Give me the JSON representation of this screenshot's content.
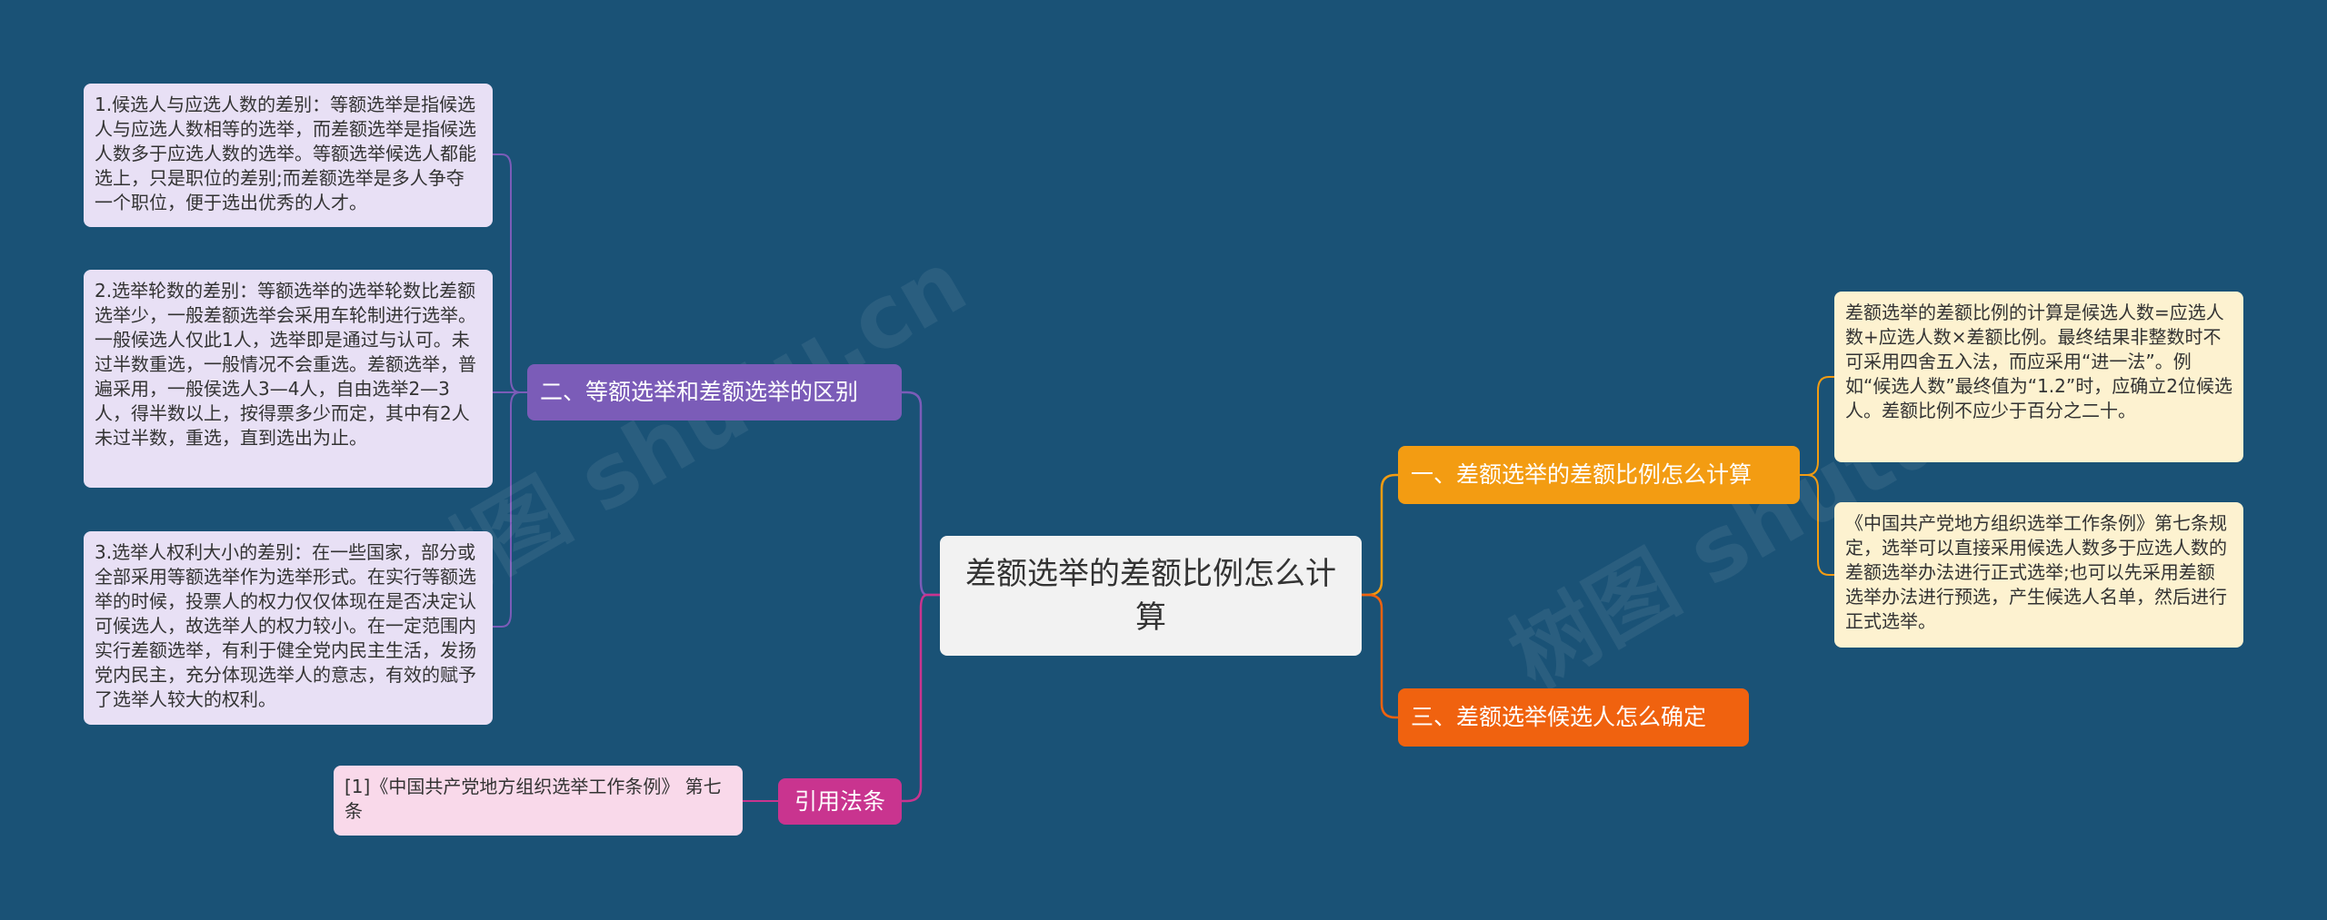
{
  "root": {
    "title": "差额选举的差额比例怎么计算"
  },
  "branches": {
    "b1": {
      "label": "二、等额选举和差额选举的区别",
      "color": "#7b5cb8"
    },
    "b2": {
      "label": "引用法条",
      "color": "#c9348f"
    },
    "b3": {
      "label": "一、差额选举的差额比例怎么计算",
      "color": "#f39c12"
    },
    "b4": {
      "label": "三、差额选举候选人怎么确定",
      "color": "#f0620f"
    }
  },
  "leaves": {
    "l1": "1.候选人与应选人数的差别：等额选举是指候选人与应选人数相等的选举，而差额选举是指候选人数多于应选人数的选举。等额选举候选人都能选上，只是职位的差别;而差额选举是多人争夺一个职位，便于选出优秀的人才。",
    "l2": "2.选举轮数的差别：等额选举的选举轮数比差额选举少，一般差额选举会采用车轮制进行选举。一般候选人仅此1人，选举即是通过与认可。未过半数重选，一般情况不会重选。差额选举，普遍采用，一般侯选人3—4人，自由选举2—3人，得半数以上，按得票多少而定，其中有2人未过半数，重选，直到选出为止。",
    "l3": "3.选举人权利大小的差别：在一些国家，部分或全部采用等额选举作为选举形式。在实行等额选举的时候，投票人的权力仅仅体现在是否决定认可候选人，故选举人的权力较小。在一定范围内实行差额选举，有利于健全党内民主生活，发扬党内民主，充分体现选举人的意志，有效的赋予了选举人较大的权利。",
    "l4": "[1]《中国共产党地方组织选举工作条例》 第七条",
    "l5": "差额选举的差额比例的计算是候选人数=应选人数+应选人数×差额比例。最终结果非整数时不可采用四舍五入法，而应采用“进一法”。例如“候选人数”最终值为“1.2”时，应确立2位候选人。差额比例不应少于百分之二十。",
    "l6": "《中国共产党地方组织选举工作条例》第七条规定，选举可以直接采用候选人数多于应选人数的差额选举办法进行正式选举;也可以先采用差额选举办法进行预选，产生候选人名单，然后进行正式选举。"
  },
  "watermarks": [
    "树图 shutu.cn",
    "树图 shutu.cn"
  ]
}
